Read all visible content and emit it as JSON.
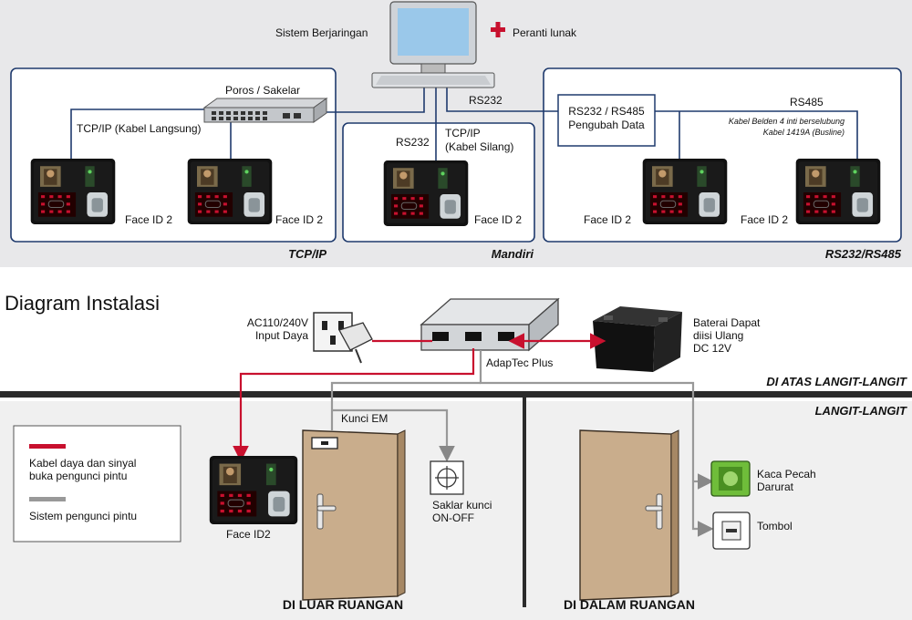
{
  "network": {
    "computer_label": "Sistem Berjaringan",
    "software_label": "Peranti lunak",
    "switch_label": "Poros / Sakelar",
    "tcp_direct": "TCP/IP (Kabel Langsung)",
    "rs232_left": "RS232",
    "tcp_cross_1": "TCP/IP",
    "tcp_cross_2": "(Kabel Silang)",
    "rs232_top": "RS232",
    "converter_1": "RS232 / RS485",
    "converter_2": "Pengubah Data",
    "rs485": "RS485",
    "cable_note_1": "Kabel Belden 4 inti berselubung",
    "cable_note_2": "Kabel 1419A  (Busline)",
    "device_label": "Face ID 2",
    "sections": [
      "TCP/IP",
      "Mandiri",
      "RS232/RS485"
    ]
  },
  "install": {
    "title": "Diagram Instalasi",
    "power_1": "AC110/240V",
    "power_2": "Input Daya",
    "controller": "AdapTec Plus",
    "battery_1": "Baterai Dapat",
    "battery_2": "diisi Ulang",
    "battery_3": "DC 12V",
    "above_ceiling": "DI ATAS LANGIT-LANGIT",
    "ceiling": "LANGIT-LANGIT",
    "em_lock": "Kunci EM",
    "key_switch_1": "Saklar kunci",
    "key_switch_2": "ON-OFF",
    "break_glass_1": "Kaca Pecah",
    "break_glass_2": "Darurat",
    "button": "Tombol",
    "device": "Face ID2",
    "outside": "DI LUAR RUANGAN",
    "inside": "DI DALAM RUANGAN",
    "legend": [
      {
        "color": "#c8102e",
        "line1": "Kabel daya dan sinyal",
        "line2": "buka pengunci pintu"
      },
      {
        "color": "#999999",
        "line1": "Sistem pengunci pintu",
        "line2": ""
      }
    ]
  },
  "colors": {
    "power_signal": "#c8102e",
    "lock_system": "#999999",
    "box_stroke": "#1f3a6d",
    "door": "#c9ad8c"
  }
}
